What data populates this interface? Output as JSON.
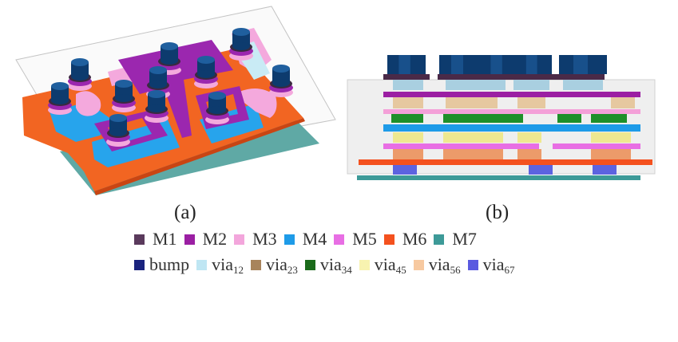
{
  "figure": {
    "panels": [
      {
        "id": "a",
        "label": "(a)",
        "view": "3D perspective view of layer stack"
      },
      {
        "id": "b",
        "label": "(b)",
        "view": "Cross-section view of layer stack"
      }
    ],
    "legend": {
      "row1": [
        {
          "name": "M1",
          "sub": "",
          "color": "#5a3a5c"
        },
        {
          "name": "M2",
          "sub": "",
          "color": "#9b1fa3"
        },
        {
          "name": "M3",
          "sub": "",
          "color": "#f3a6dc"
        },
        {
          "name": "M4",
          "sub": "",
          "color": "#1e9be8"
        },
        {
          "name": "M5",
          "sub": "",
          "color": "#e86ee4"
        },
        {
          "name": "M6",
          "sub": "",
          "color": "#f4511e"
        },
        {
          "name": "M7",
          "sub": "",
          "color": "#3d9a98"
        }
      ],
      "row2": [
        {
          "name": "bump",
          "sub": "",
          "color": "#1a237e"
        },
        {
          "name": "via",
          "sub": "12",
          "color": "#bfe6f3"
        },
        {
          "name": "via",
          "sub": "23",
          "color": "#a8845c"
        },
        {
          "name": "via",
          "sub": "34",
          "color": "#1b6b1b"
        },
        {
          "name": "via",
          "sub": "45",
          "color": "#f8f3b0"
        },
        {
          "name": "via",
          "sub": "56",
          "color": "#f7c9a0"
        },
        {
          "name": "via",
          "sub": "67",
          "color": "#5a5ae0"
        }
      ]
    },
    "colors": {
      "bump_dark": "#0d3b6e",
      "bump_light": "#1f5f9e",
      "via12": "#a9cfe0",
      "via23": "#e6c8a0",
      "via34": "#1f8f2a",
      "via45": "#efe890",
      "via56": "#ec9b6a",
      "via67": "#5c63e0",
      "box_fill": "#efefef",
      "box_stroke": "#c8c8c8"
    }
  }
}
